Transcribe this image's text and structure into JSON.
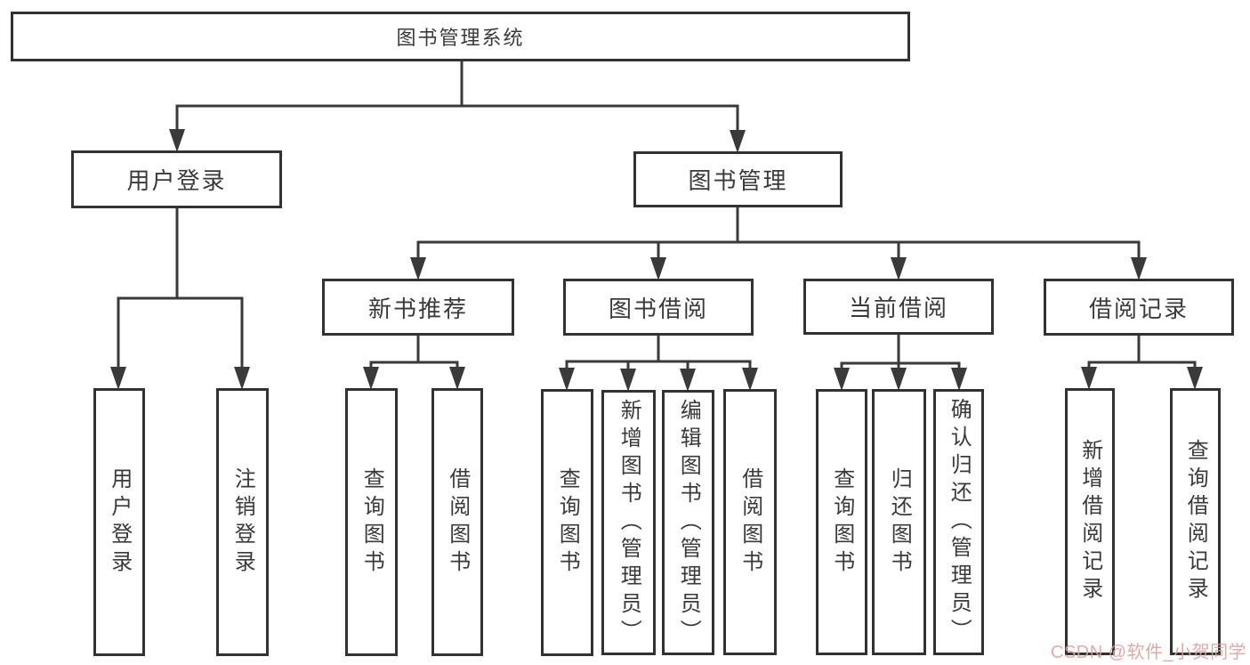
{
  "tree": {
    "label": "图书管理系统",
    "children": [
      {
        "label": "用户登录",
        "children": [
          {
            "label": "用户登录"
          },
          {
            "label": "注销登录"
          }
        ]
      },
      {
        "label": "图书管理",
        "children": [
          {
            "label": "新书推荐",
            "children": [
              {
                "label": "查询图书"
              },
              {
                "label": "借阅图书"
              }
            ]
          },
          {
            "label": "图书借阅",
            "children": [
              {
                "label": "查询图书"
              },
              {
                "label": "新增图书（管理员）"
              },
              {
                "label": "编辑图书（管理员）"
              },
              {
                "label": "借阅图书"
              }
            ]
          },
          {
            "label": "当前借阅",
            "children": [
              {
                "label": "查询图书"
              },
              {
                "label": "归还图书"
              },
              {
                "label": "确认归还（管理员）"
              }
            ]
          },
          {
            "label": "借阅记录",
            "children": [
              {
                "label": "新增借阅记录"
              },
              {
                "label": "查询借阅记录"
              }
            ]
          }
        ]
      }
    ]
  },
  "watermark": "CSDN @软件_小贺同学",
  "colors": {
    "line": "#3a3a3a",
    "box_border": "#323232",
    "text": "#3a3a3a",
    "watermark": "#dfa0a0",
    "background": "#ffffff"
  }
}
